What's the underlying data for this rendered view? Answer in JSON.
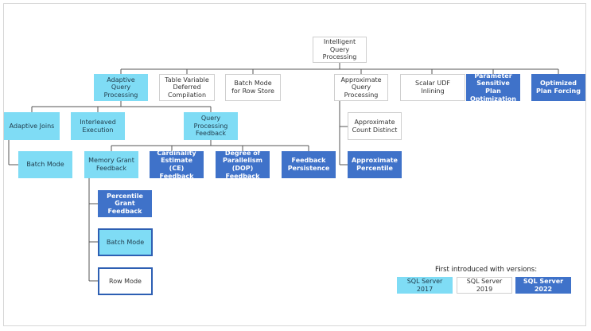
{
  "colors": {
    "v2017": "#7fdcf5",
    "v2019": "#ffffff",
    "v2022": "#3f72c9",
    "line": "#555555"
  },
  "nodes": {
    "root": "Intelligent Query Processing",
    "aqp": "Adaptive Query Processing",
    "tvdc": "Table Variable Deferred Compilation",
    "bmrs": "Batch Mode for Row Store",
    "approx": "Approximate Query Processing",
    "sudf": "Scalar UDF Inlining",
    "pspo": "Parameter Sensitive Plan Optimization",
    "opf": "Optimized Plan Forcing",
    "aj": "Adaptive Joins",
    "ie": "Interleaved Execution",
    "qpf": "Query Processing Feedback",
    "acd": "Approximate Count Distinct",
    "bm1": "Batch Mode",
    "mgf": "Memory Grant Feedback",
    "cef": "Cardinality Estimate (CE) Feedback",
    "dop": "Degree of Parallelism (DOP) Feedback",
    "fp": "Feedback Persistence",
    "ap": "Approximate Percentile",
    "pgf": "Percentile Grant Feedback",
    "bm2": "Batch Mode",
    "rm": "Row Mode"
  },
  "legend": {
    "title": "First introduced with versions:",
    "items": [
      "SQL Server 2017",
      "SQL Server 2019",
      "SQL Server 2022"
    ]
  }
}
